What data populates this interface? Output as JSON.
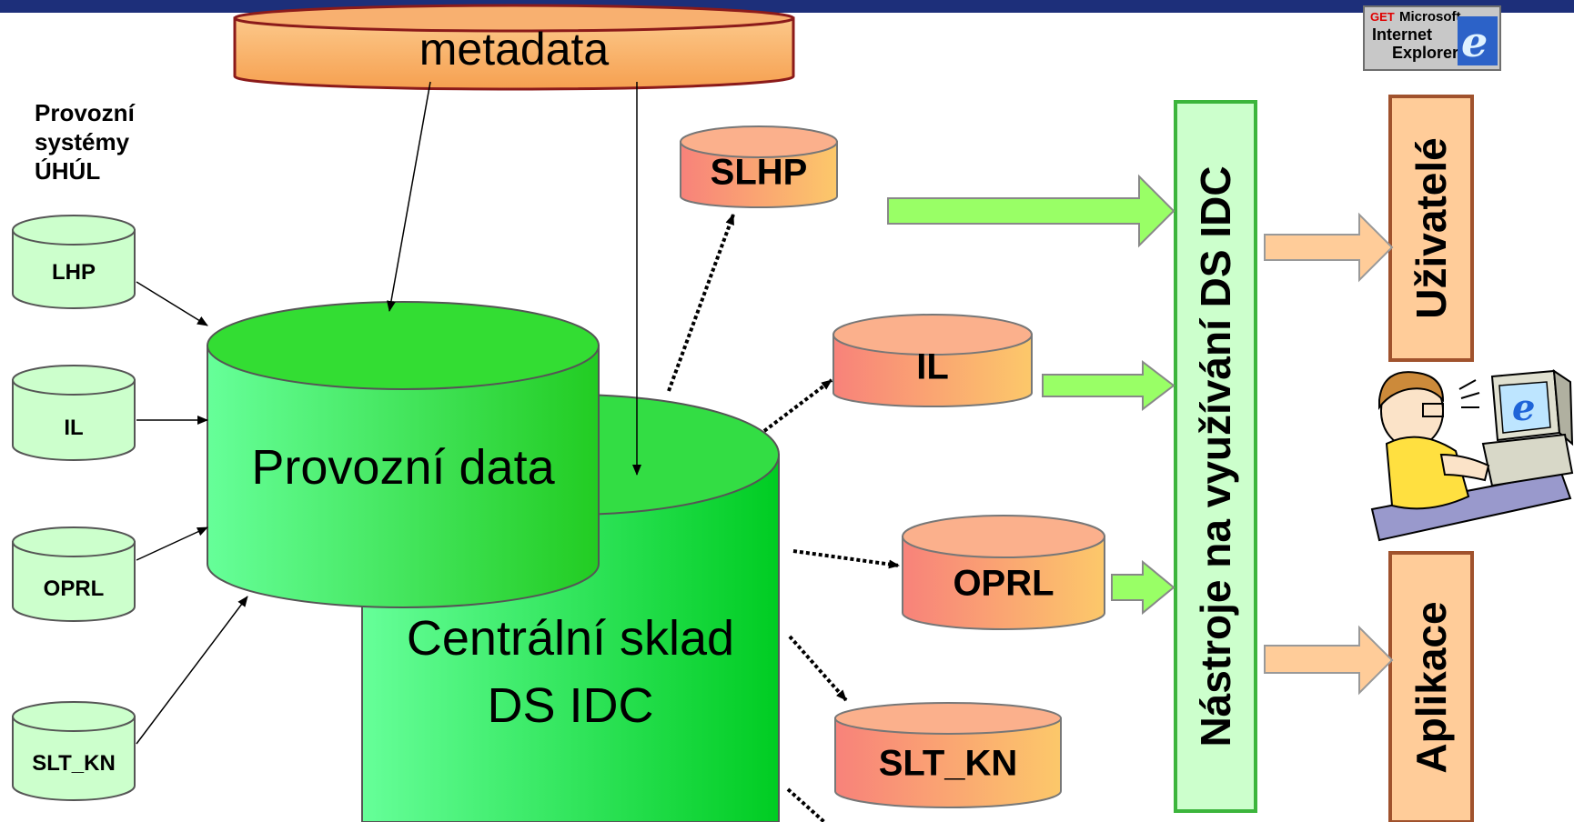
{
  "metadata_label": "metadata",
  "source_systems_caption": [
    "Provozní",
    "systémy",
    "ÚHÚL"
  ],
  "sources": [
    "LHP",
    "IL",
    "OPRL",
    "SLT_KN"
  ],
  "operational_data": "Provozní data",
  "central_store": [
    "Centrální sklad",
    "DS IDC"
  ],
  "marts": [
    "SLHP",
    "IL",
    "OPRL",
    "SLT_KN"
  ],
  "tools_label": "Nástroje na využívání DS IDC",
  "users_label": "Uživatelé",
  "apps_label": "Aplikace",
  "ie_badge": {
    "get": "GET",
    "microsoft": "Microsoft",
    "internet": "Internet",
    "explorer": "Explorer"
  },
  "colors": {
    "header_bar": "#1d2f7a",
    "green_db": "#3ed63e",
    "green_light": "#ccffcc",
    "mart_salmon": "#f88a7a",
    "mart_orange": "#fcc86a",
    "tools_border": "#3cb53c",
    "brown_border": "#a0522d",
    "green_arrow": "#99ff66",
    "peach_arrow": "#ffcc99"
  },
  "icons": [
    "internet-explorer-logo-icon",
    "user-at-computer-icon"
  ]
}
